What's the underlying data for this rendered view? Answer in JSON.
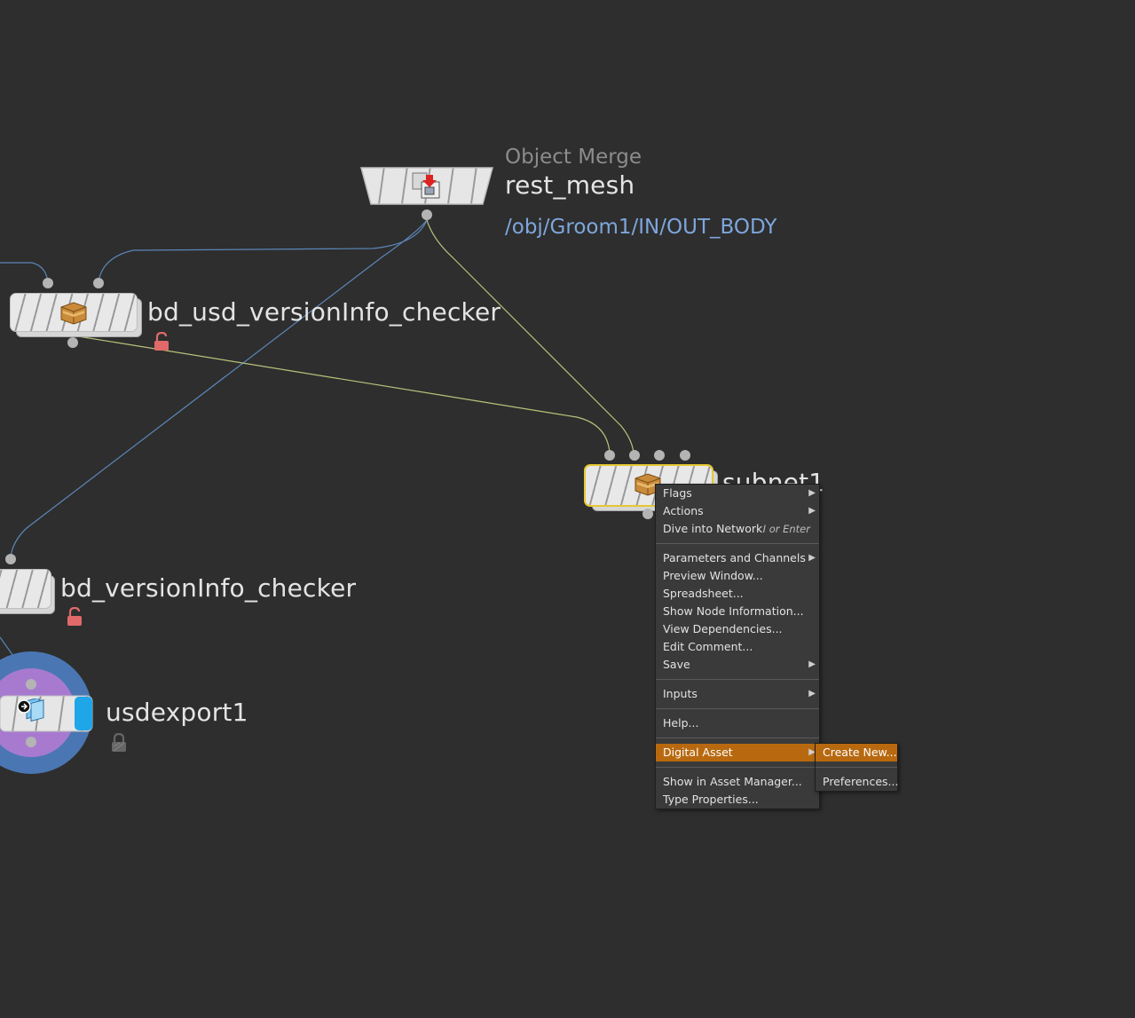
{
  "nodes": {
    "object_merge": {
      "type_label": "Object Merge",
      "name": "rest_mesh",
      "path": "/obj/Groom1/IN/OUT_BODY"
    },
    "bd_usd_version_checker": {
      "name": "bd_usd_versionInfo_checker"
    },
    "subnet": {
      "name": "subnet1"
    },
    "bd_version_checker": {
      "name": "bd_versionInfo_checker"
    },
    "usd_export": {
      "name": "usdexport1"
    }
  },
  "context_menu": {
    "items": [
      {
        "label": "Flags",
        "submenu": true
      },
      {
        "label": "Actions",
        "submenu": true
      },
      {
        "label": "Dive into Network",
        "shortcut": "I or Enter"
      },
      {
        "separator": true
      },
      {
        "label": "Parameters and Channels",
        "submenu": true
      },
      {
        "label": "Preview Window..."
      },
      {
        "label": "Spreadsheet..."
      },
      {
        "label": "Show Node Information..."
      },
      {
        "label": "View Dependencies..."
      },
      {
        "label": "Edit Comment..."
      },
      {
        "label": "Save",
        "submenu": true
      },
      {
        "separator": true
      },
      {
        "label": "Inputs",
        "submenu": true
      },
      {
        "separator": true
      },
      {
        "label": "Help..."
      },
      {
        "separator": true
      },
      {
        "label": "Digital Asset",
        "submenu": true,
        "highlighted": true
      },
      {
        "separator": true
      },
      {
        "label": "Show in Asset Manager..."
      },
      {
        "label": "Type Properties..."
      }
    ]
  },
  "submenu": {
    "items": [
      {
        "label": "Create New...",
        "highlighted": true
      },
      {
        "separator": true
      },
      {
        "label": "Preferences..."
      }
    ]
  },
  "colors": {
    "background": "#2e2e2e",
    "menu_highlight": "#b8690f",
    "wire_blue": "#5b86b8",
    "wire_yellow": "#b9c37a",
    "selected_outline": "#e6c832",
    "path_text": "#7ea6dc"
  }
}
